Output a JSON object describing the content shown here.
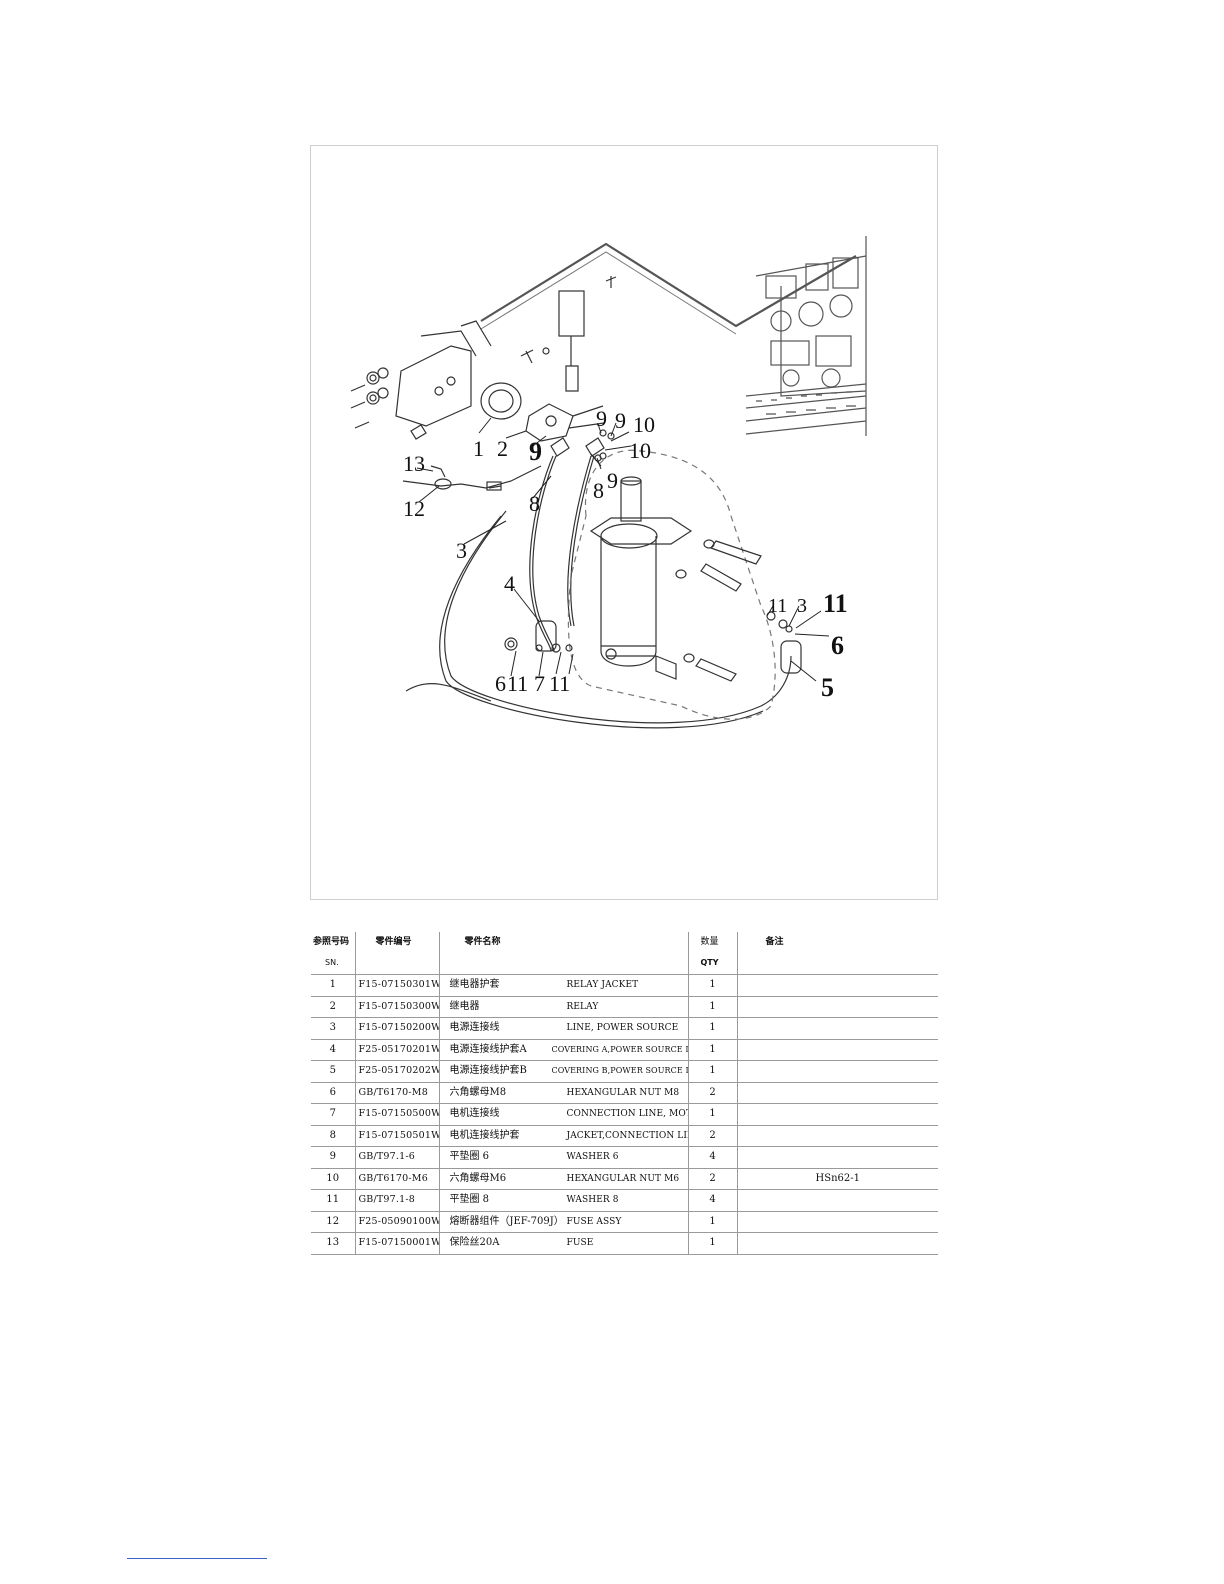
{
  "diagram": {
    "callouts": [
      "1",
      "2",
      "9",
      "9",
      "9",
      "10",
      "10",
      "13",
      "12",
      "8",
      "8",
      "9",
      "3",
      "4",
      "11",
      "3",
      "11",
      "6",
      "6",
      "11",
      "7",
      "11",
      "5"
    ]
  },
  "table": {
    "headers": {
      "sn_zh": "参照号码",
      "sn_en": "SN.",
      "code": "零件编号",
      "name": "零件名称",
      "qty_zh": "数量",
      "qty_en": "QTY",
      "remark": "备注"
    },
    "rows": [
      {
        "sn": "1",
        "code": "F15-07150301W",
        "name_zh": "继电器护套",
        "name_en": "RELAY JACKET",
        "qty": "1",
        "remark": ""
      },
      {
        "sn": "2",
        "code": "F15-07150300W",
        "name_zh": "继电器",
        "name_en": "RELAY",
        "qty": "1",
        "remark": ""
      },
      {
        "sn": "3",
        "code": "F15-07150200W",
        "name_zh": "电源连接线",
        "name_en": "LINE, POWER SOURCE",
        "qty": "1",
        "remark": ""
      },
      {
        "sn": "4",
        "code": "F25-05170201W",
        "name_zh": "电源连接线护套A",
        "name_en": "COVERING A,POWER SOURCE LINE",
        "qty": "1",
        "remark": ""
      },
      {
        "sn": "5",
        "code": "F25-05170202W",
        "name_zh": "电源连接线护套B",
        "name_en": "COVERING B,POWER SOURCE LINE",
        "qty": "1",
        "remark": ""
      },
      {
        "sn": "6",
        "code": "GB/T6170-M8",
        "name_zh": "六角螺母M8",
        "name_en": "HEXANGULAR NUT M8",
        "qty": "2",
        "remark": ""
      },
      {
        "sn": "7",
        "code": "F15-07150500W",
        "name_zh": "电机连接线",
        "name_en": "CONNECTION LINE, MOTOR",
        "qty": "1",
        "remark": ""
      },
      {
        "sn": "8",
        "code": "F15-07150501W",
        "name_zh": "电机连接线护套",
        "name_en": "JACKET,CONNECTION LINE",
        "qty": "2",
        "remark": ""
      },
      {
        "sn": "9",
        "code": "GB/T97.1-6",
        "name_zh": "平垫圈 6",
        "name_en": "WASHER 6",
        "qty": "4",
        "remark": ""
      },
      {
        "sn": "10",
        "code": "GB/T6170-M6",
        "name_zh": "六角螺母M6",
        "name_en": "HEXANGULAR NUT M6",
        "qty": "2",
        "remark": "HSn62-1"
      },
      {
        "sn": "11",
        "code": "GB/T97.1-8",
        "name_zh": "平垫圈 8",
        "name_en": "WASHER 8",
        "qty": "4",
        "remark": ""
      },
      {
        "sn": "12",
        "code": "F25-05090100W",
        "name_zh": "熔断器组件（JEF-709J）",
        "name_en": "FUSE ASSY",
        "qty": "1",
        "remark": ""
      },
      {
        "sn": "13",
        "code": "F15-07150001W",
        "name_zh": "保险丝20A",
        "name_en": "FUSE",
        "qty": "1",
        "remark": ""
      }
    ]
  }
}
